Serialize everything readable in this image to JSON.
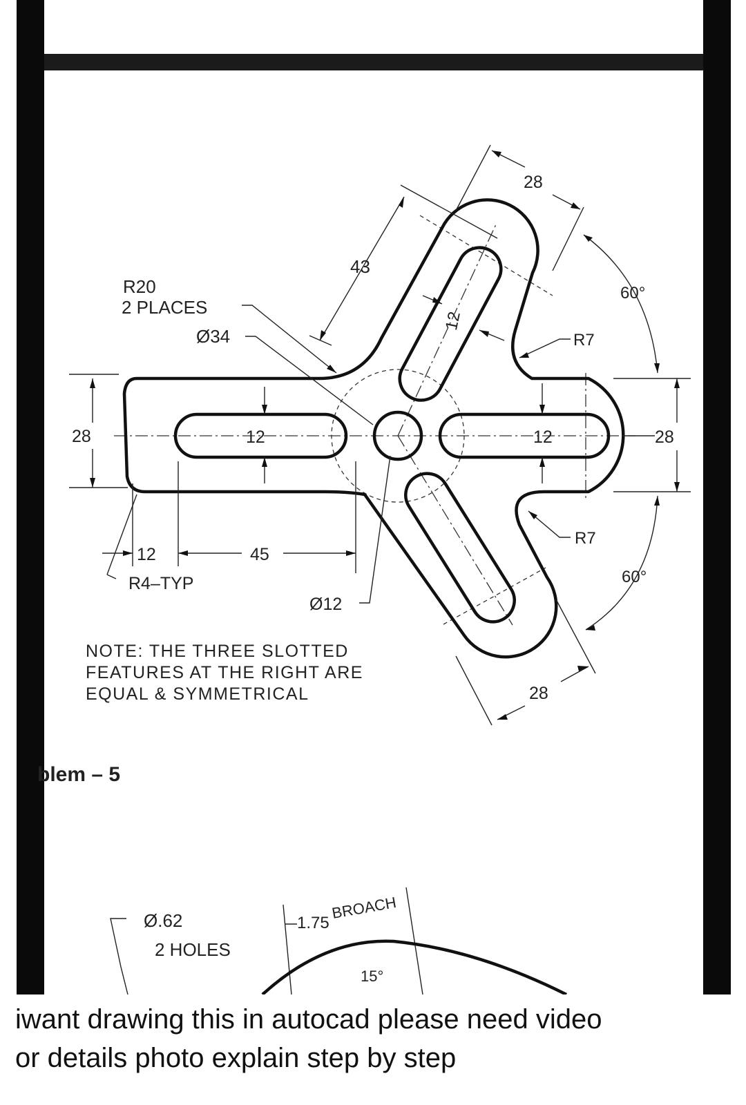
{
  "drawing": {
    "labels": {
      "r20": "R20",
      "two_places": "2 PLACES",
      "dia34": "Ø34",
      "dim43": "43",
      "dim28_top": "28",
      "dim12_slot_top": "12",
      "angle60_top": "60°",
      "r7_top": "R7",
      "dim28_left": "28",
      "dim12_left_slot": "12",
      "dim12_right_slot": "12",
      "dim28_right": "28",
      "r7_bottom": "R7",
      "dim12_bottom": "12",
      "dim45": "45",
      "r4_typ": "R4–TYP",
      "dia12": "Ø12",
      "angle60_bottom": "60°",
      "dim28_bottom": "28"
    },
    "note": {
      "line1": "NOTE: THE THREE SLOTTED",
      "line2": "FEATURES AT THE RIGHT ARE",
      "line3": "EQUAL & SYMMETRICAL"
    },
    "problem_label": "blem – 5",
    "next_problem": {
      "dia": "Ø.62",
      "holes": "2 HOLES",
      "dim": "1.75",
      "broach": "BROACH",
      "angle": "15°"
    }
  },
  "caption": {
    "line1": "iwant drawing this in autocad please need video",
    "line2": "or details photo explain step by step"
  }
}
